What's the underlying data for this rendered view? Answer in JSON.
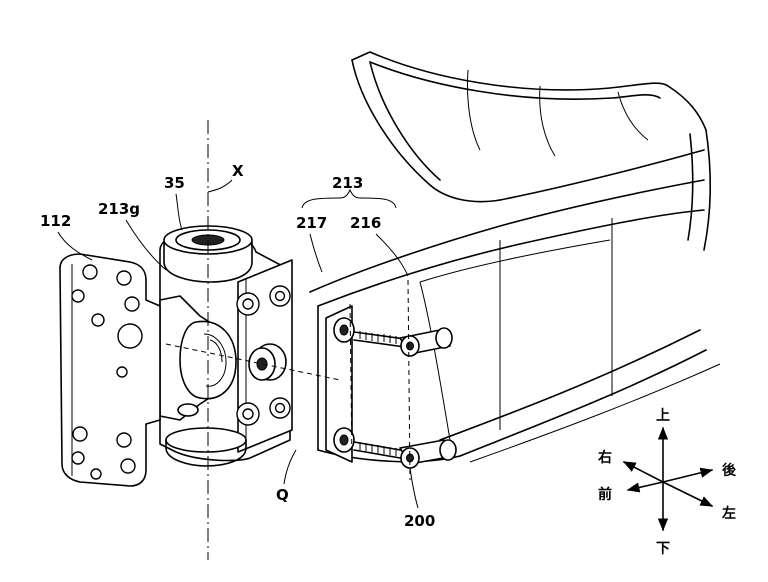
{
  "labels": {
    "ref_112": "112",
    "ref_213g": "213g",
    "ref_35": "35",
    "ref_x": "X",
    "ref_213": "213",
    "ref_217": "217",
    "ref_216": "216",
    "ref_q": "Q",
    "ref_200": "200"
  },
  "direction_indicator": {
    "up": "上",
    "down": "下",
    "front": "前",
    "rear": "後",
    "left": "左",
    "right": "右"
  }
}
